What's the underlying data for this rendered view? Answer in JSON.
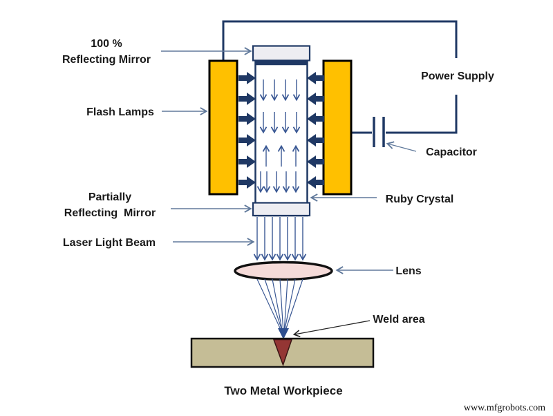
{
  "diagram_title": "Two Metal Workpiece",
  "labels": {
    "reflecting_mirror_100": "100 %\nReflecting Mirror",
    "flash_lamps": "Flash Lamps",
    "partially_reflecting_mirror": "Partially\nReflecting  Mirror",
    "laser_light_beam": "Laser Light Beam",
    "power_supply": "Power Supply",
    "capacitor": "Capacitor",
    "ruby_crystal": "Ruby Crystal",
    "lens": "Lens",
    "weld_area": "Weld area",
    "two_metal_workpiece": "Two Metal Workpiece",
    "watermark": "www.mfgrobots.com"
  },
  "colors": {
    "lamp_orange": "#FFC000",
    "circuit_navy": "#1F3864",
    "label_arrow_blue": "#60799B",
    "beam_blue": "#3A5894",
    "mirror_gray": "#EDEDF2",
    "crystal_white": "#FFFFFF",
    "lens_pink": "#F5DBD9",
    "workpiece_tan": "#C5BD96",
    "weld_maroon": "#943634",
    "text_black": "#1A1A1A"
  },
  "components": [
    "100% reflecting mirror",
    "ruby crystal rod",
    "partially reflecting mirror",
    "flash lamps",
    "power supply circuit",
    "capacitor",
    "laser light beam",
    "focusing lens",
    "weld area",
    "two metal workpiece"
  ]
}
